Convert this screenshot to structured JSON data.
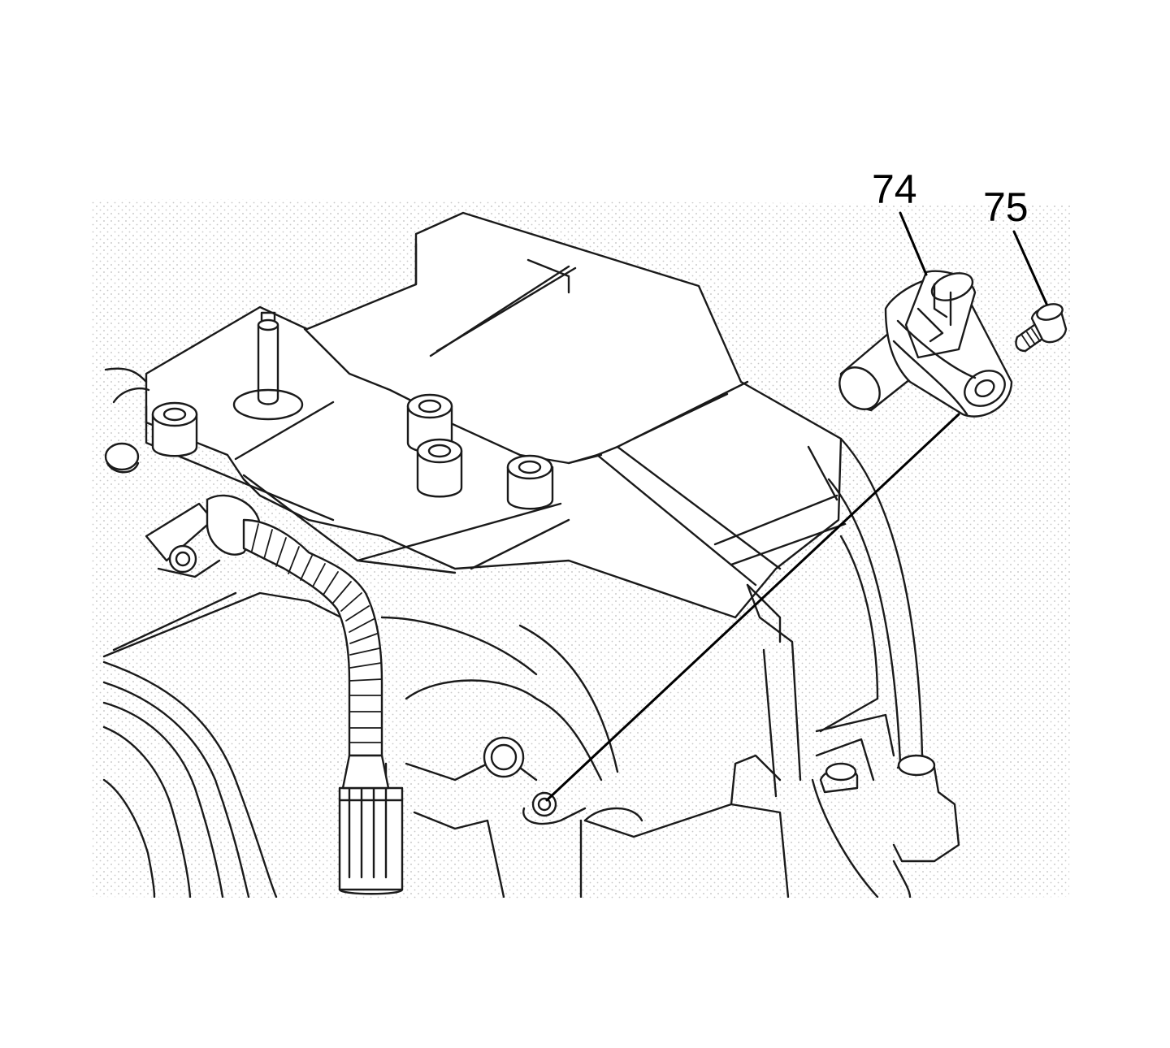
{
  "callouts": [
    {
      "id": "74",
      "label": "74",
      "part": "sensor"
    },
    {
      "id": "75",
      "label": "75",
      "part": "bolt"
    }
  ],
  "colors": {
    "line": "#1a1a1a",
    "background": "#ffffff",
    "stipple": "#bdbdbd"
  }
}
